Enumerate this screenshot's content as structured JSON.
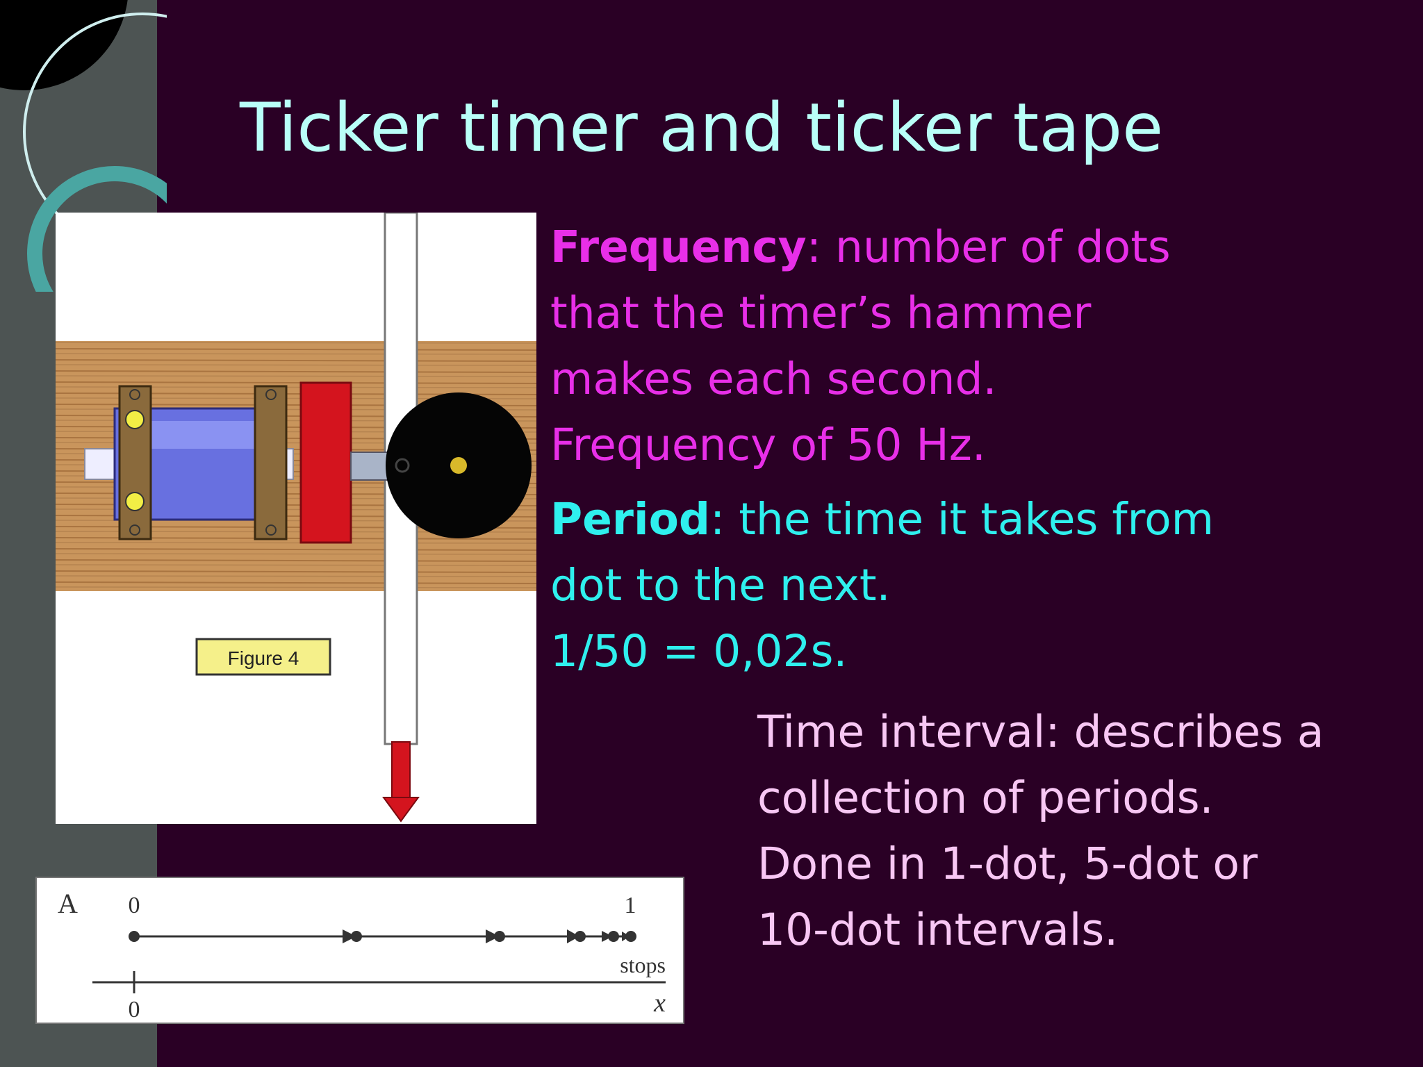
{
  "slide": {
    "title": "Ticker timer and ticker tape"
  },
  "frequency": {
    "term": "Frequency",
    "separator": ":  ",
    "line1": "number of dots",
    "line2": "that the timer’s hammer",
    "line3": "makes each second.",
    "line4": "Frequency of 50 Hz."
  },
  "period": {
    "term": "Period",
    "separator": ": ",
    "line1": "the time it takes from",
    "line2": "dot to the next.",
    "line3": "1/50 = 0,02s."
  },
  "interval": {
    "line1": "Time interval: describes a",
    "line2": "collection of periods.",
    "line3": "Done in 1-dot, 5-dot or",
    "line4": "10-dot intervals."
  },
  "figure": {
    "label": "Figure 4"
  },
  "tape_diagram": {
    "label_a": "A",
    "label_start": "0",
    "label_end": "1",
    "label_stops": "stops",
    "label_axis_zero": "0",
    "label_axis": "x"
  },
  "colors": {
    "background": "#2a0025",
    "title": "#b9fff8",
    "frequency_text": "#e82fe8",
    "period_text": "#2ff0ee",
    "interval_text": "#f8c7f4"
  }
}
